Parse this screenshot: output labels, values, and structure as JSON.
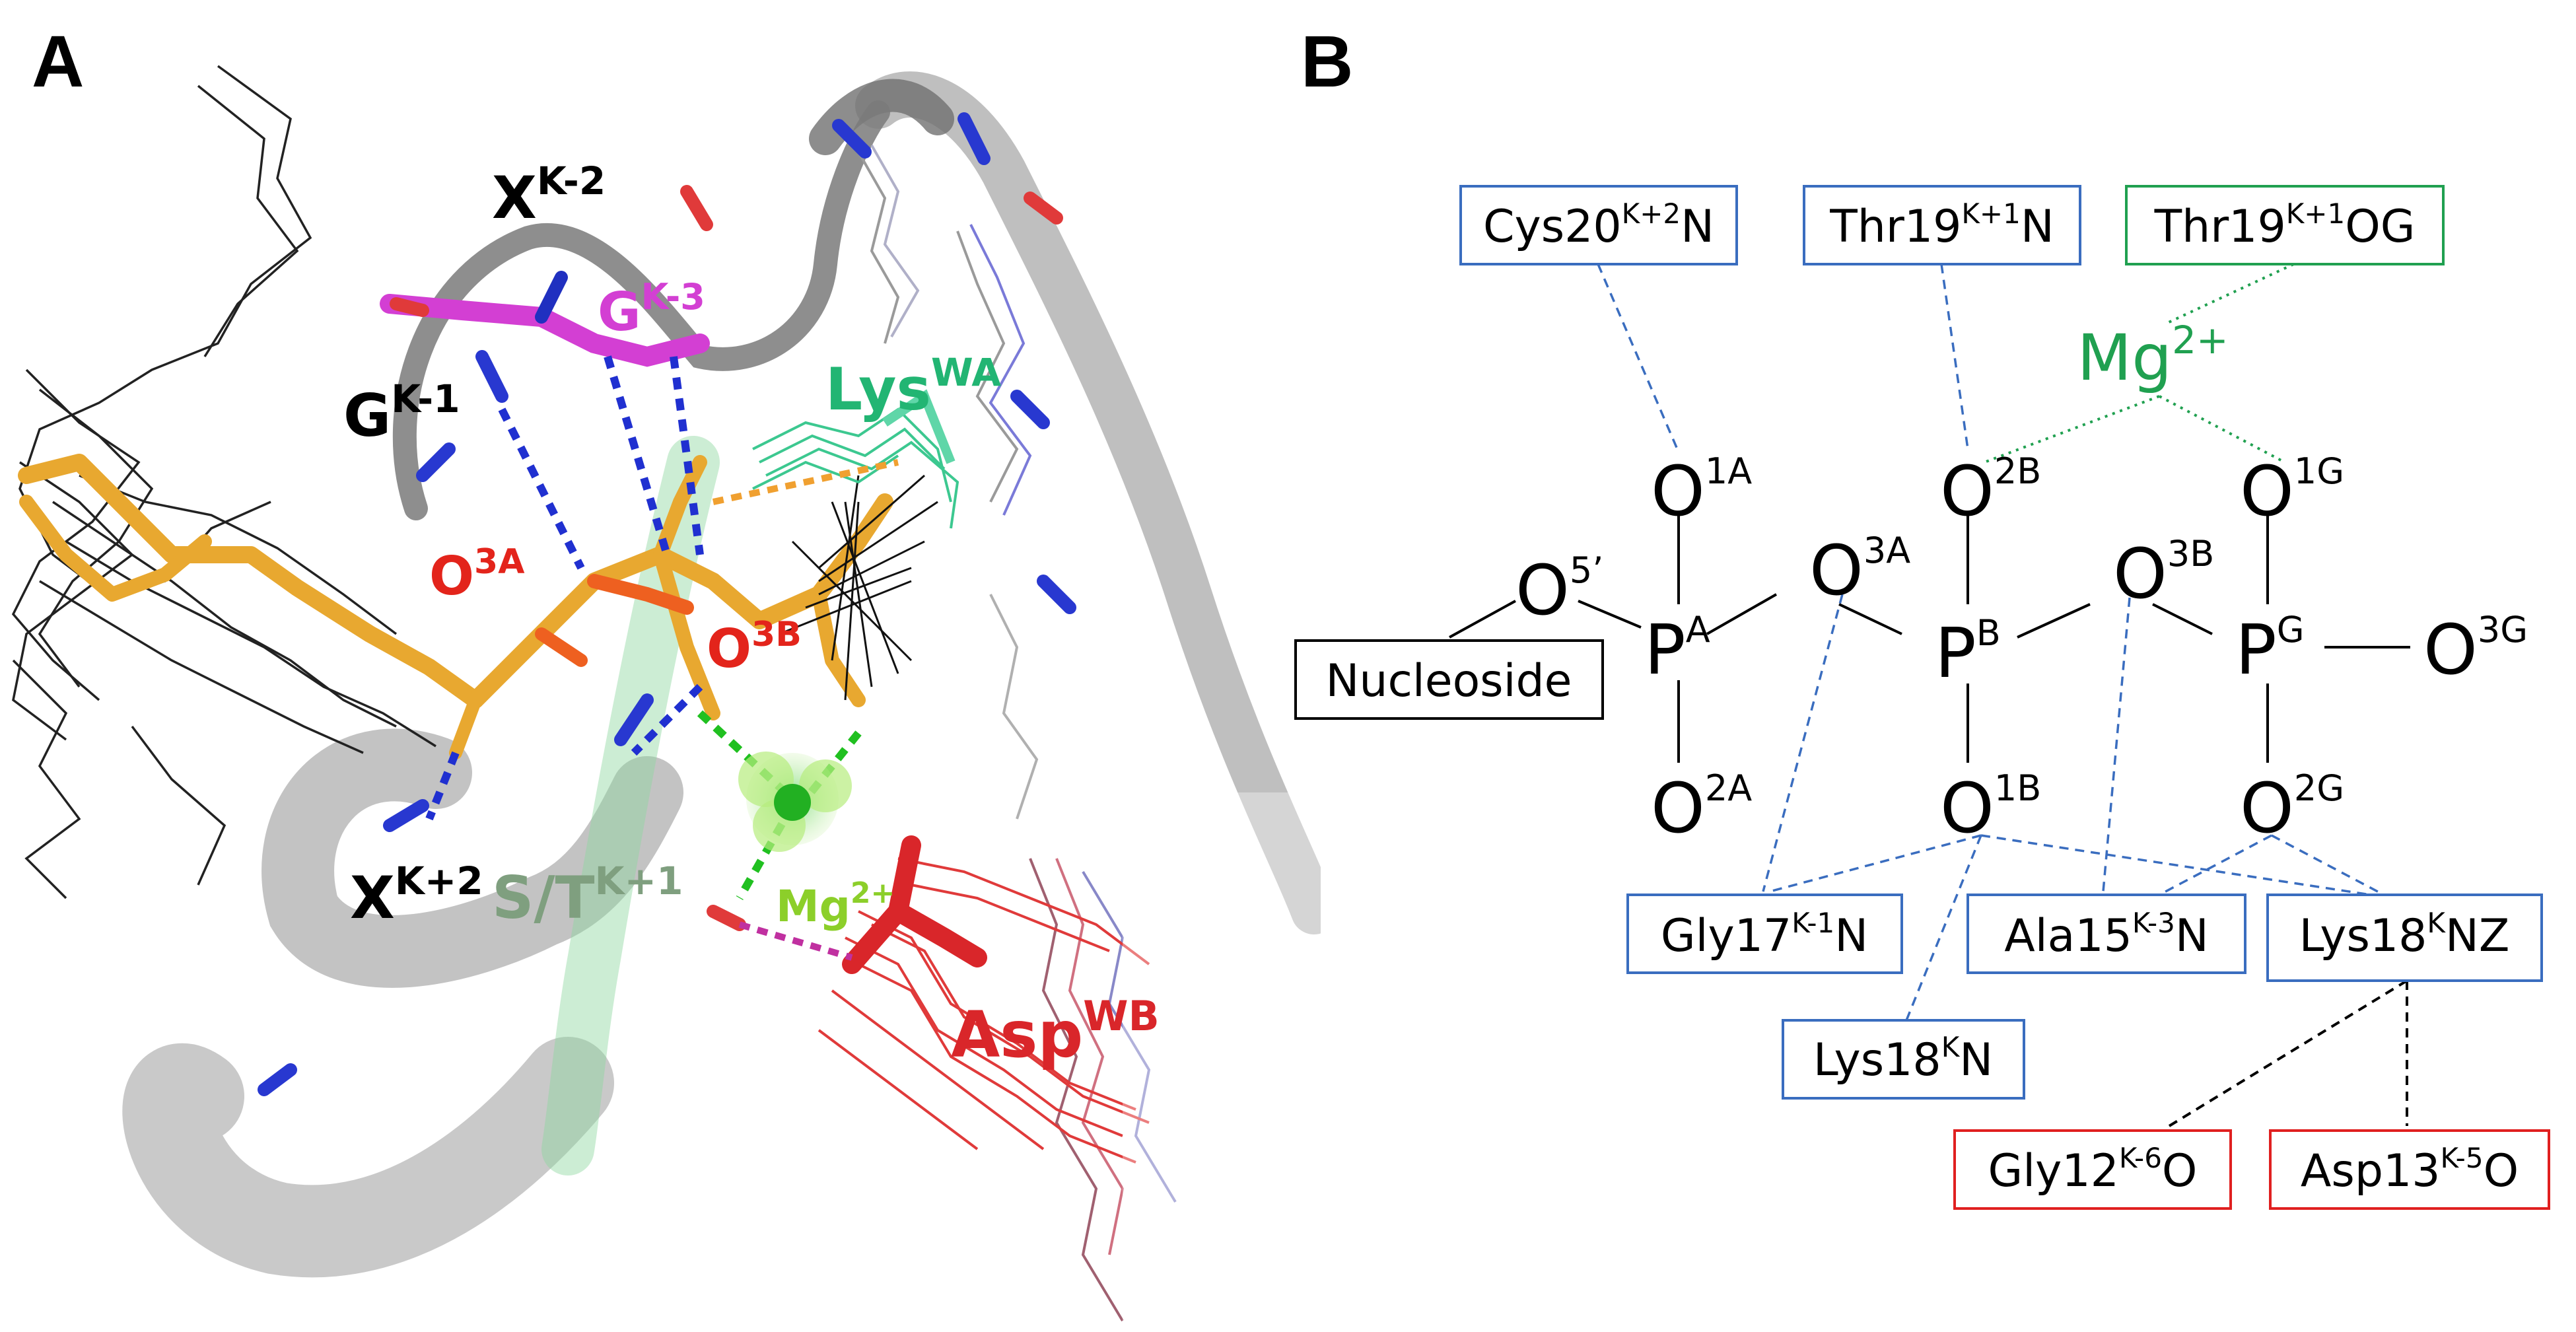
{
  "panels": {
    "a": {
      "letter": "A",
      "labels": {
        "xk2": {
          "base": "X",
          "sup": "K-2",
          "color": "#000000"
        },
        "gk3": {
          "base": "G",
          "sup": "K-3",
          "color": "#d33fd3"
        },
        "gk1": {
          "base": "G",
          "sup": "K-1",
          "color": "#000000"
        },
        "lyswa": {
          "base": "Lys",
          "sup": "WA",
          "color": "#22b573"
        },
        "o3a": {
          "base": "O",
          "sup": "3A",
          "color": "#e3241b"
        },
        "o3b": {
          "base": "O",
          "sup": "3B",
          "color": "#e3241b"
        },
        "xkp2": {
          "base": "X",
          "sup": "K+2",
          "color": "#000000"
        },
        "stk1": {
          "base": "S/T",
          "sup": "K+1",
          "color": "#7f9f7f"
        },
        "mg": {
          "base": "Mg",
          "sup": "2+",
          "color": "#8ccf2a"
        },
        "aspwb": {
          "base": "Asp",
          "sup": "WB",
          "color": "#d9262a"
        }
      }
    },
    "b": {
      "letter": "B",
      "colors": {
        "blue": "#3a6dbf",
        "green": "#20a050",
        "red": "#e02020",
        "black": "#000000"
      },
      "residues": {
        "cys20": {
          "base": "Cys20",
          "sup": "K+2",
          "suffix": "N"
        },
        "thr19n": {
          "base": "Thr19",
          "sup": "K+1",
          "suffix": "N"
        },
        "thr19og": {
          "base": "Thr19",
          "sup": "K+1",
          "suffix": "OG"
        },
        "gly17": {
          "base": "Gly17",
          "sup": "K-1",
          "suffix": "N"
        },
        "ala15": {
          "base": "Ala15",
          "sup": "K-3",
          "suffix": "N"
        },
        "lys18nz": {
          "base": "Lys18",
          "sup": "K",
          "suffix": "NZ"
        },
        "lys18n": {
          "base": "Lys18",
          "sup": "K",
          "suffix": "N"
        },
        "gly12": {
          "base": "Gly12",
          "sup": "K-6",
          "suffix": "O"
        },
        "asp13": {
          "base": "Asp13",
          "sup": "K-5",
          "suffix": "O"
        }
      },
      "nucleoside": "Nucleoside",
      "mg": {
        "base": "Mg",
        "sup": "2+"
      },
      "atoms": {
        "o5": {
          "base": "O",
          "sup": "5’"
        },
        "o1a": {
          "base": "O",
          "sup": "1A"
        },
        "o2a": {
          "base": "O",
          "sup": "2A"
        },
        "pa": {
          "base": "P",
          "sup": "A"
        },
        "o3a": {
          "base": "O",
          "sup": "3A"
        },
        "o2b": {
          "base": "O",
          "sup": "2B"
        },
        "o1b": {
          "base": "O",
          "sup": "1B"
        },
        "pb": {
          "base": "P",
          "sup": "B"
        },
        "o3b": {
          "base": "O",
          "sup": "3B"
        },
        "o1g": {
          "base": "O",
          "sup": "1G"
        },
        "o2g": {
          "base": "O",
          "sup": "2G"
        },
        "pg": {
          "base": "P",
          "sup": "G"
        },
        "o3g": {
          "base": "O",
          "sup": "3G"
        }
      }
    }
  }
}
